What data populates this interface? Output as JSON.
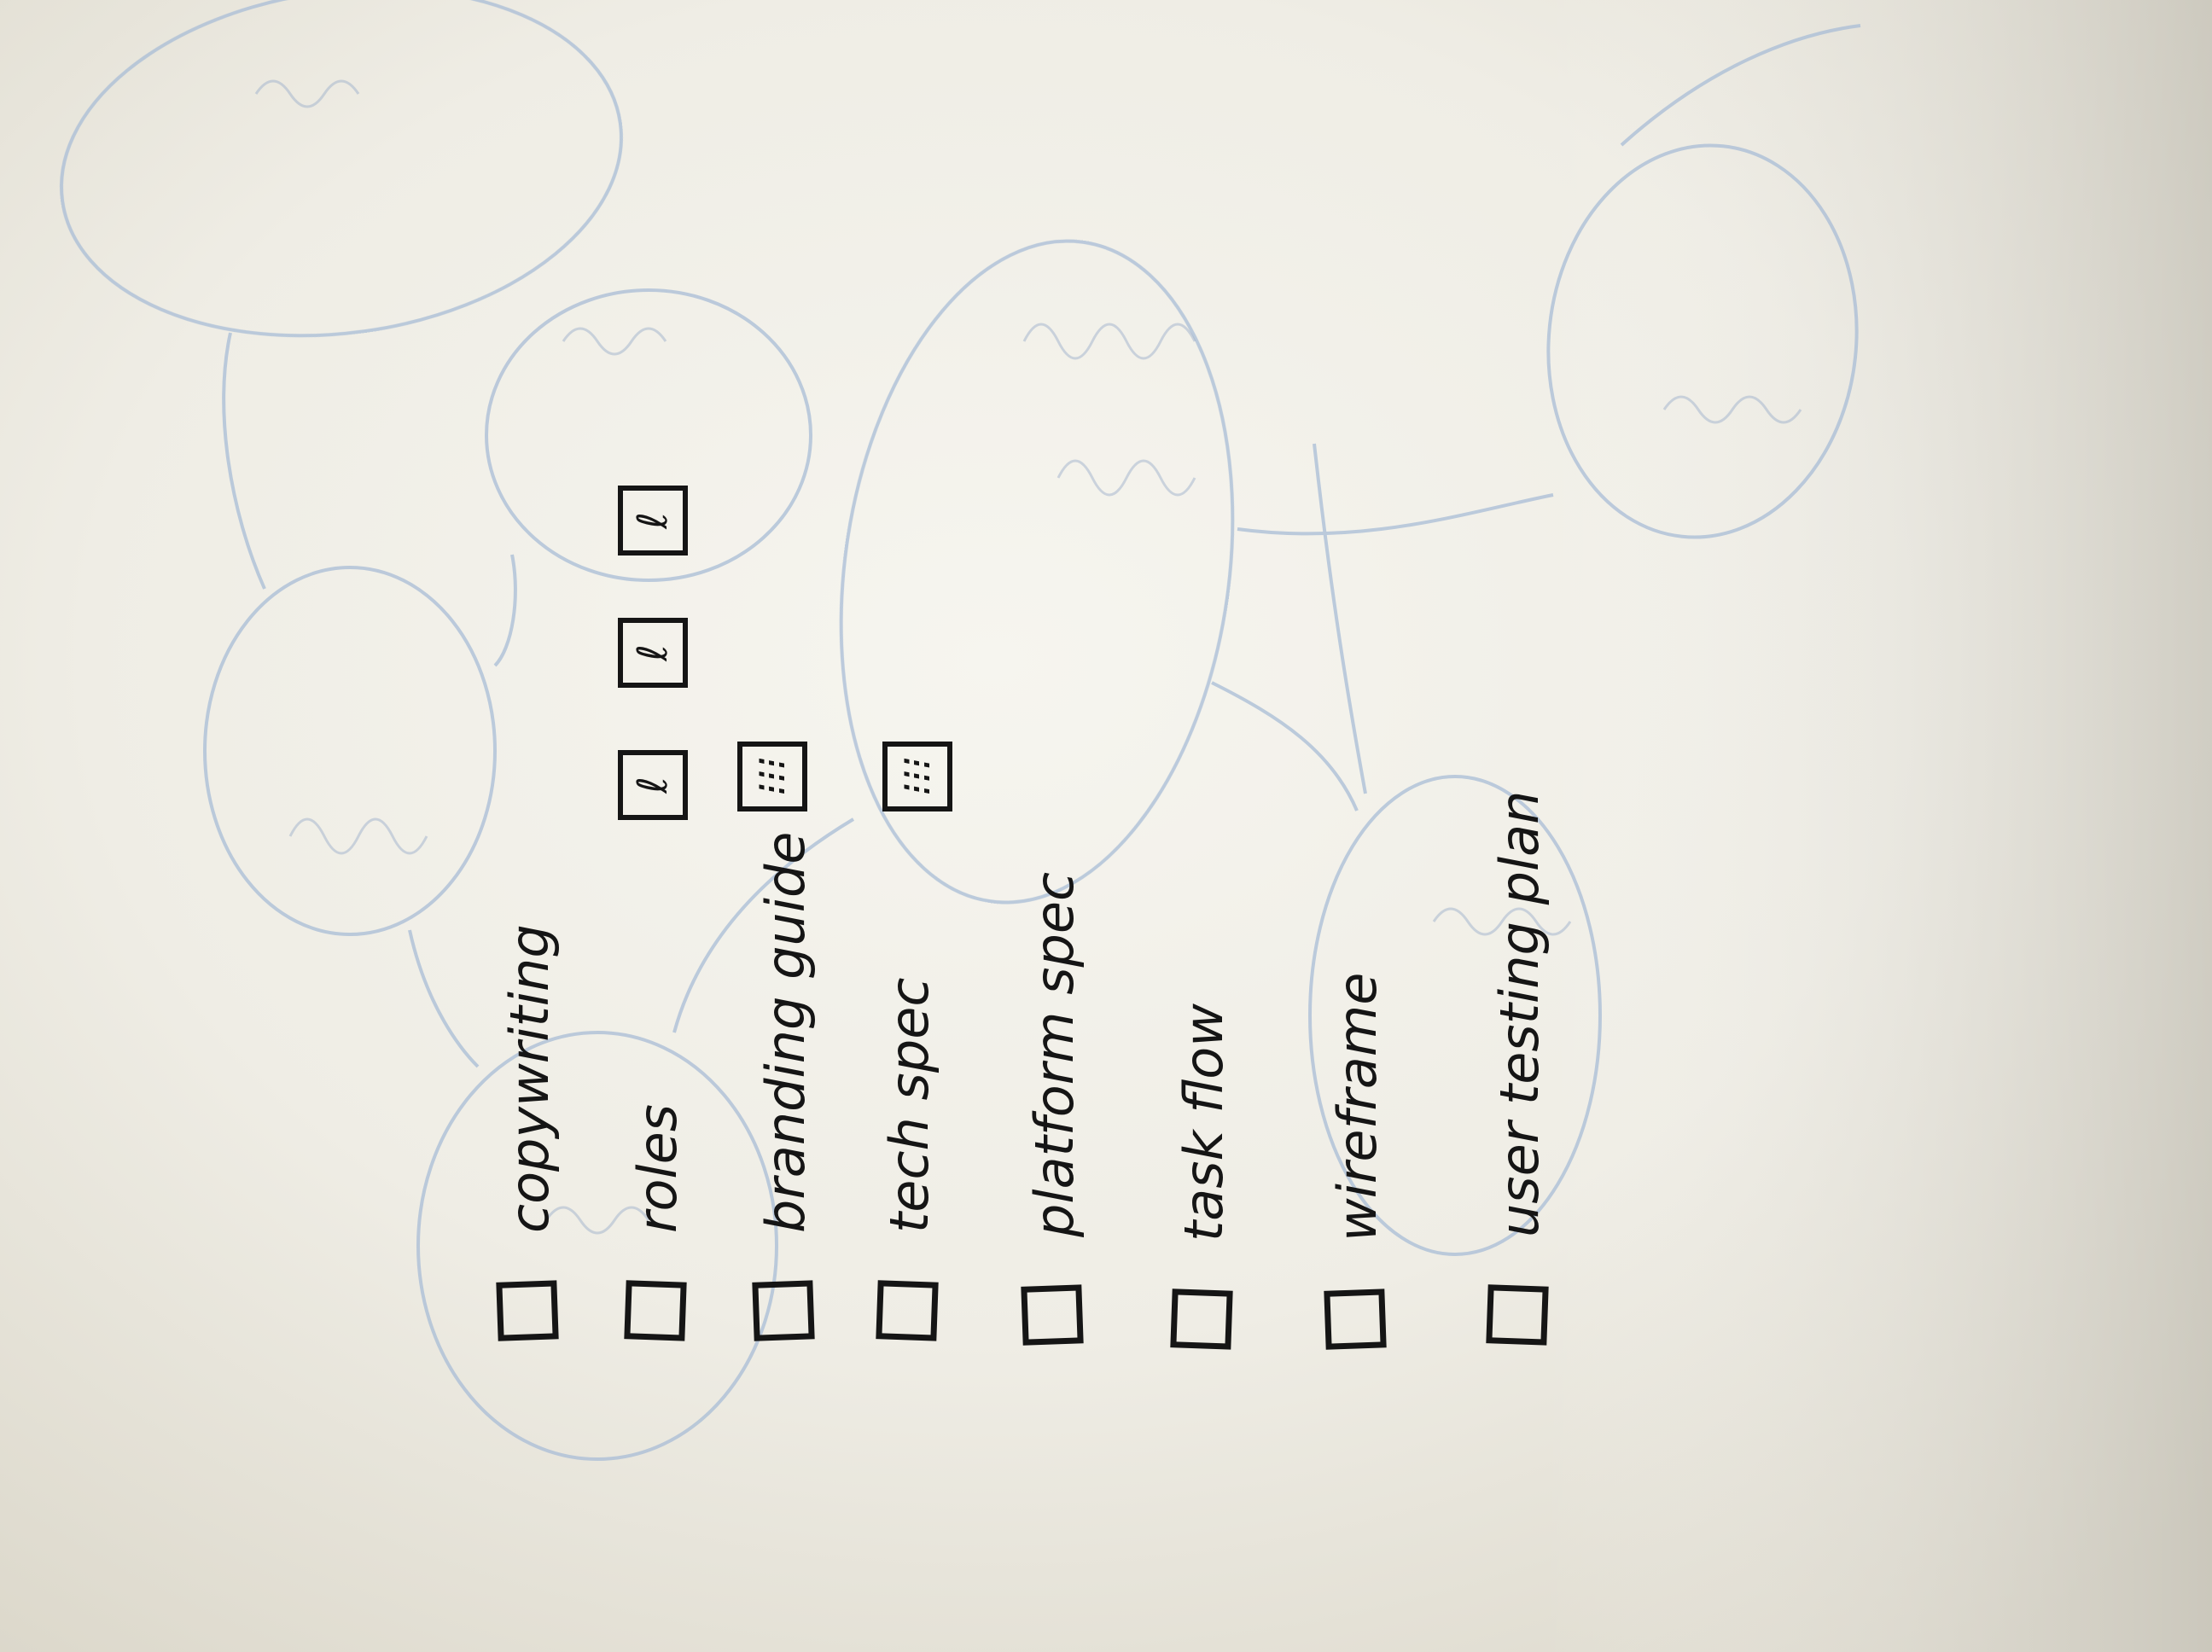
{
  "checklist": [
    {
      "label": "copywriting"
    },
    {
      "label": "roles"
    },
    {
      "label": "branding guide"
    },
    {
      "label": "tech spec"
    },
    {
      "label": "platform spec"
    },
    {
      "label": "task flow"
    },
    {
      "label": "wireframe"
    },
    {
      "label": "user testing plan"
    }
  ],
  "badge_rows": [
    {
      "glyphs": [
        "ℓ",
        "ℓ",
        "ℓ"
      ]
    },
    {
      "glyphs": [
        "⁝⁝⁝"
      ]
    },
    {
      "glyphs": [
        "⁝⁝⁝"
      ]
    }
  ],
  "colors": {
    "paper": "#f2f0e8",
    "ink": "#151515",
    "ghost_lines": "#a9bdd6"
  }
}
